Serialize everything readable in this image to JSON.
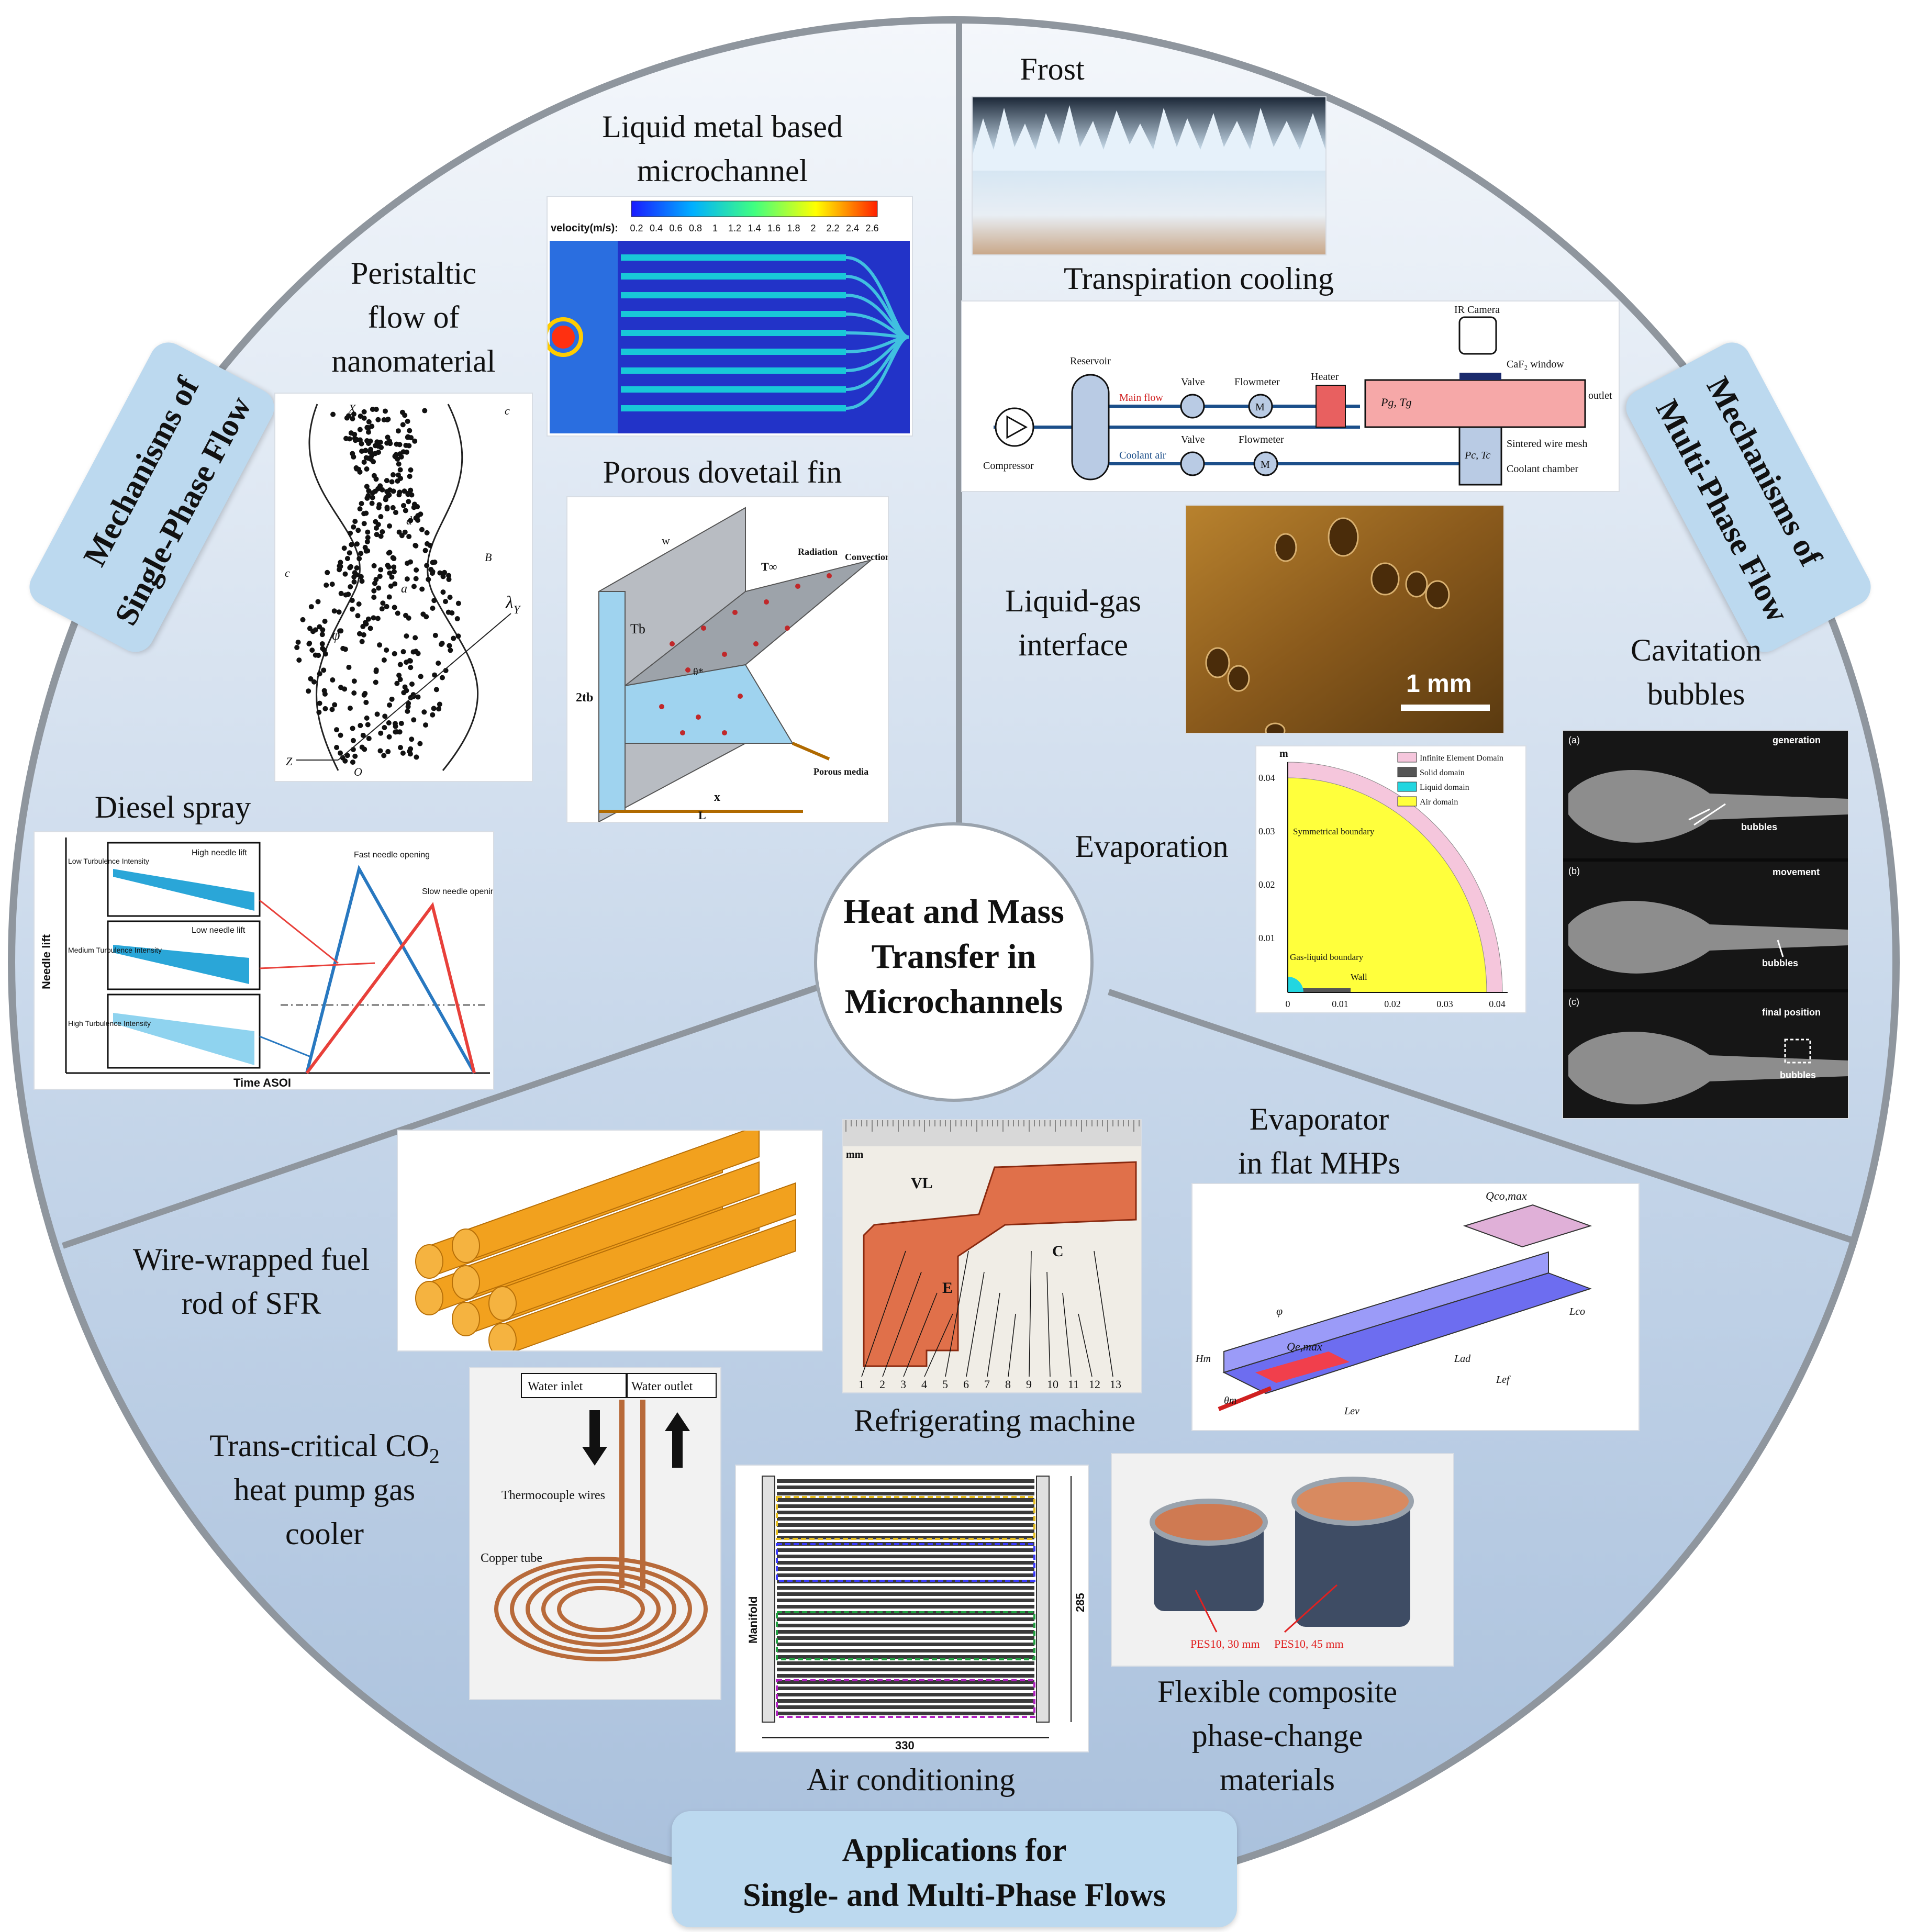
{
  "center": {
    "line1": "Heat and Mass",
    "line2": "Transfer in",
    "line3": "Microchannels"
  },
  "sections": {
    "single_phase": {
      "line1": "Mechanisms of",
      "line2": "Single-Phase Flow"
    },
    "multi_phase": {
      "line1": "Mechanisms of",
      "line2": "Multi-Phase Flow"
    },
    "applications": {
      "line1": "Applications for",
      "line2": "Single- and Multi-Phase Flows"
    }
  },
  "labels": {
    "liquid_metal": {
      "line1": "Liquid metal based",
      "line2": "microchannel"
    },
    "peristaltic": {
      "line1": "Peristaltic",
      "line2": "flow of",
      "line3": "nanomaterial"
    },
    "dovetail": "Porous dovetail fin",
    "diesel": "Diesel spray",
    "frost": "Frost",
    "transpiration": "Transpiration cooling",
    "liquid_gas": {
      "line1": "Liquid-gas",
      "line2": "interface"
    },
    "cavitation": {
      "line1": "Cavitation",
      "line2": "bubbles"
    },
    "evaporation": "Evaporation",
    "evaporator": {
      "line1": "Evaporator",
      "line2": "in flat MHPs"
    },
    "wire_wrapped": {
      "line1": "Wire-wrapped fuel",
      "line2": "rod of SFR"
    },
    "refrigerating": "Refrigerating machine",
    "co2": {
      "line1": "Trans-critical CO",
      "sub": "2",
      "line2": "heat pump gas",
      "line3": "cooler"
    },
    "air_conditioning": "Air conditioning",
    "flexible": {
      "line1": "Flexible composite",
      "line2": "phase-change",
      "line3": "materials"
    }
  },
  "liquid_metal_panel": {
    "legend_title": "velocity(m/s):",
    "ticks": [
      "0.2",
      "0.4",
      "0.6",
      "0.8",
      "1",
      "1.2",
      "1.4",
      "1.6",
      "1.8",
      "2",
      "2.2",
      "2.4",
      "2.6"
    ]
  },
  "peristaltic_panel": {
    "symbols": [
      "X",
      "c",
      "d'",
      "B",
      "a",
      "λ",
      "φ",
      "Y",
      "c",
      "Z",
      "O"
    ]
  },
  "dovetail_panel": {
    "w": "w",
    "tinf": "T∞",
    "radiation": "Radiation",
    "convection": "Convection",
    "tb": "Tb",
    "theta": "θ*",
    "two_tb": "2tb",
    "porous": "Porous media",
    "x": "x",
    "L": "L"
  },
  "diesel_panel": {
    "ylabel": "Needle lift",
    "xlabel": "Time ASOI",
    "low_turb": "Low Turbulence Intensity",
    "med_turb": "Medium Turbulence Intensity",
    "high_turb": "High Turbulence Intensity",
    "high_lift": "High needle lift",
    "low_lift": "Low needle lift",
    "fast": "Fast needle opening",
    "slow": "Slow needle opening"
  },
  "transpiration_panel": {
    "reservoir": "Reservoir",
    "compressor": "Compressor",
    "valve1": "Valve",
    "valve2": "Valve",
    "flowmeter1": "Flowmeter",
    "flowmeter2": "Flowmeter",
    "heater": "Heater",
    "main_flow": "Main flow",
    "coolant_air": "Coolant air",
    "ir_camera": "IR Camera",
    "caf2": "CaF₂ window",
    "pg": "Pg, Tg",
    "pc": "Pc, Tc",
    "outlet": "outlet",
    "mesh": "Sintered wire mesh",
    "chamber": "Coolant chamber",
    "m": "M"
  },
  "liquid_gas_panel": {
    "scale": "1 mm"
  },
  "evaporation_panel": {
    "unit": "m",
    "yticks": [
      "0.04",
      "0.03",
      "0.02",
      "0.01"
    ],
    "xticks": [
      "0",
      "0.01",
      "0.02",
      "0.03",
      "0.04"
    ],
    "legend": [
      "Infinite Element Domain",
      "Solid domain",
      "Liquid domain",
      "Air domain"
    ],
    "sym": "Symmetrical boundary",
    "gas_liquid": "Gas-liquid boundary",
    "wall": "Wall",
    "colors": {
      "infinite": "#f5c6dc",
      "solid": "#555555",
      "liquid": "#22d6e0",
      "air": "#ffff3c"
    }
  },
  "cavitation_panel": {
    "a": "(a)",
    "b": "(b)",
    "c": "(c)",
    "generation": "generation",
    "movement": "movement",
    "final": "final position",
    "bubbles1": "bubbles",
    "bubbles2": "bubbles",
    "bubbles3": "bubbles"
  },
  "refrig_panel": {
    "mm": "mm",
    "vl": "VL",
    "e": "E",
    "c": "C",
    "numbers": [
      "1",
      "2",
      "3",
      "4",
      "5",
      "6",
      "7",
      "8",
      "9",
      "10",
      "11",
      "12",
      "13"
    ]
  },
  "evaporator_panel": {
    "q1": "Qco,max",
    "q2": "Qe,max",
    "phi": "φ",
    "lco": "Lco",
    "lad": "Lad",
    "lef": "Lef",
    "lev": "Lev",
    "hm": "Hm",
    "theta": "θm"
  },
  "co2_panel": {
    "inlet": "Water inlet",
    "outlet": "Water outlet",
    "thermo": "Thermocouple wires",
    "copper": "Copper tube"
  },
  "ac_panel": {
    "manifold": "Manifold",
    "height": "285",
    "width": "330"
  },
  "pcm_panel": {
    "label1": "PES10, 30 mm",
    "label2": "PES10, 45 mm"
  }
}
